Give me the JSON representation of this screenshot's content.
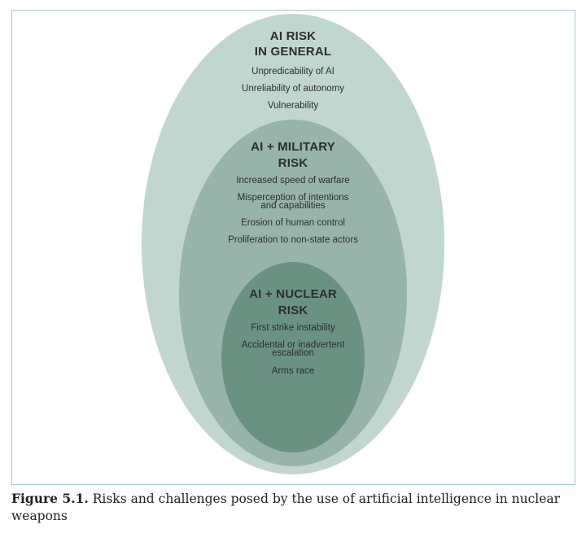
{
  "colors": {
    "outer": "#c2d6d0",
    "middle": "#98b3aa",
    "inner": "#6a9283",
    "frame": "#9ccbd8"
  },
  "outer": {
    "title_line1": "AI RISK",
    "title_line2": "IN GENERAL",
    "items": [
      "Unpredicability of AI",
      "Unreliability of autonomy",
      "Vulnerability"
    ]
  },
  "middle": {
    "title_line1": "AI + MILITARY",
    "title_line2": "RISK",
    "items": [
      "Increased speed of warfare",
      "Misperception of intentions",
      "and capabilities",
      "Erosion of human control",
      "Proliferation to non-state actors"
    ]
  },
  "inner": {
    "title_line1": "AI + NUCLEAR",
    "title_line2": "RISK",
    "items": [
      "First strike instability",
      "Accidental or inadvertent",
      "escalation",
      "Arms race"
    ]
  },
  "caption": {
    "label": "Figure 5.1.",
    "text": " Risks and challenges posed by the use of artificial intelligence in nuclear weapons"
  }
}
